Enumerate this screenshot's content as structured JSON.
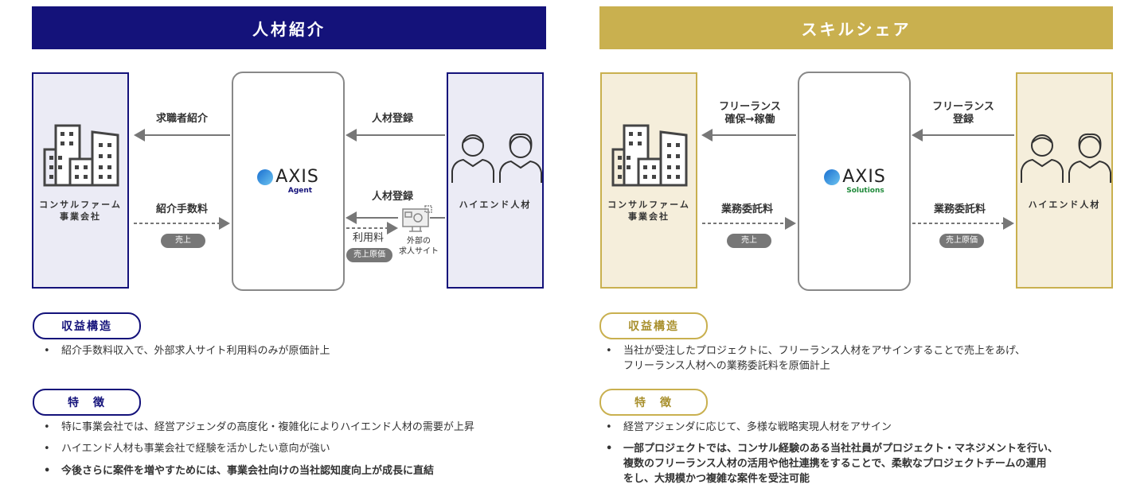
{
  "left": {
    "title": "人材紹介",
    "color": "#14127a",
    "client_label": "コンサルファーム\n事業会社",
    "talent_label": "ハイエンド人材",
    "logo": {
      "name": "AXIS",
      "sub": "Agent"
    },
    "arrow_intro": "求職者紹介",
    "arrow_fee": "紹介手数料",
    "badge_sales": "売上",
    "arrow_reg1": "人材登録",
    "arrow_reg2": "人材登録",
    "usage_fee": "利用料",
    "badge_cost": "売上原価",
    "ext_site": "外部の\n求人サイト",
    "revenue_title": "収益構造",
    "revenue_bullets": [
      "紹介手数料収入で、外部求人サイト利用料のみが原価計上"
    ],
    "feature_title": "特　徴",
    "feature_bullets": [
      "特に事業会社では、経営アジェンダの高度化・複雑化によりハイエンド人材の需要が上昇",
      "ハイエンド人材も事業会社で経験を活かしたい意向が強い",
      "今後さらに案件を増やすためには、事業会社向けの当社認知度向上が成長に直結"
    ]
  },
  "right": {
    "title": "スキルシェア",
    "color": "#c9b04f",
    "client_label": "コンサルファーム\n事業会社",
    "talent_label": "ハイエンド人材",
    "logo": {
      "name": "AXIS",
      "sub": "Solutions"
    },
    "arrow_secure": "フリーランス\n確保→稼働",
    "arrow_fee1": "業務委託料",
    "badge_sales": "売上",
    "arrow_reg": "フリーランス\n登録",
    "arrow_fee2": "業務委託料",
    "badge_cost": "売上原価",
    "revenue_title": "収益構造",
    "revenue_bullets": [
      "当社が受注したプロジェクトに、フリーランス人材をアサインすることで売上をあげ、\nフリーランス人材への業務委託料を原価計上"
    ],
    "feature_title": "特　徴",
    "feature_bullets": [
      "経営アジェンダに応じて、多様な戦略実現人材をアサイン",
      "一部プロジェクトでは、コンサル経験のある当社社員がプロジェクト・マネジメントを行い、\n複数のフリーランス人材の活用や他社連携をすることで、柔軟なプロジェクトチームの運用\nをし、大規模かつ複雑な案件を受注可能"
    ]
  }
}
